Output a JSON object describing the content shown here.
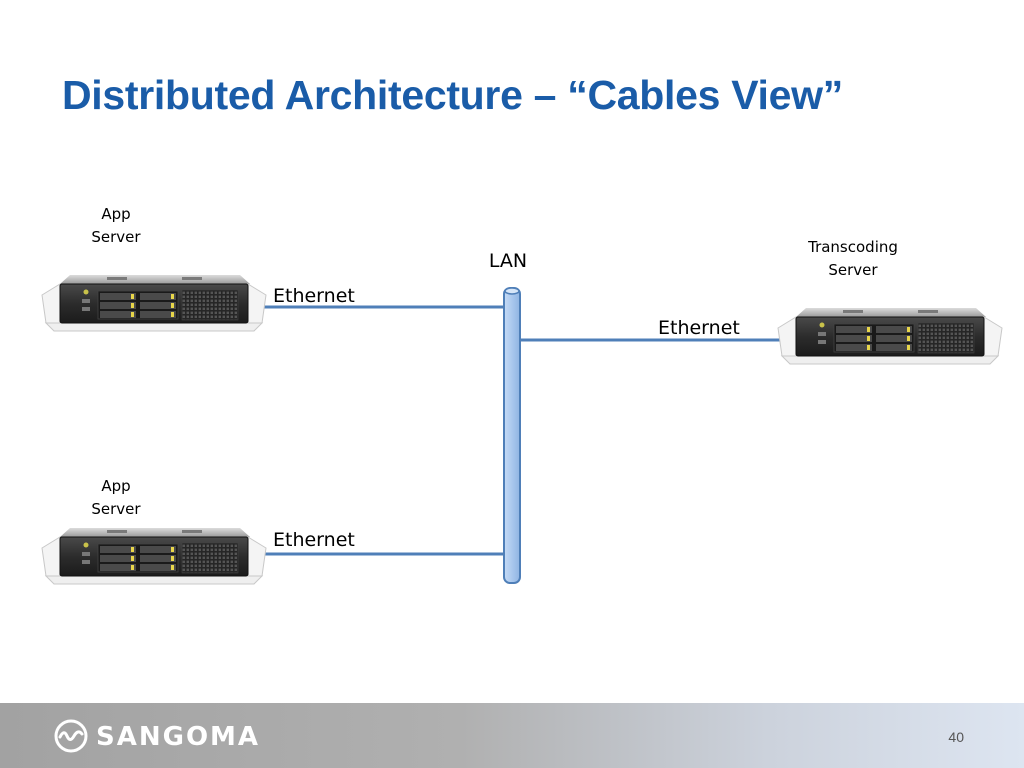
{
  "slide": {
    "title": "Distributed Architecture – “Cables View”",
    "page_number": "40"
  },
  "diagram": {
    "lan_label": "LAN",
    "nodes": {
      "app_server_1": {
        "line1": "App",
        "line2": "Server"
      },
      "app_server_2": {
        "line1": "App",
        "line2": "Server"
      },
      "transcoding_server": {
        "line1": "Transcoding",
        "line2": "Server"
      }
    },
    "links": {
      "app1_lan": "Ethernet",
      "app2_lan": "Ethernet",
      "lan_transcoding": "Ethernet"
    },
    "colors": {
      "cable": "#4f7fb8",
      "lan_fill": "#aac8ee",
      "lan_stroke": "#4f7fb8",
      "title": "#1a5ca8"
    }
  },
  "footer": {
    "brand": "SANGOMA",
    "logo_icon": "sangoma-logo-icon"
  }
}
